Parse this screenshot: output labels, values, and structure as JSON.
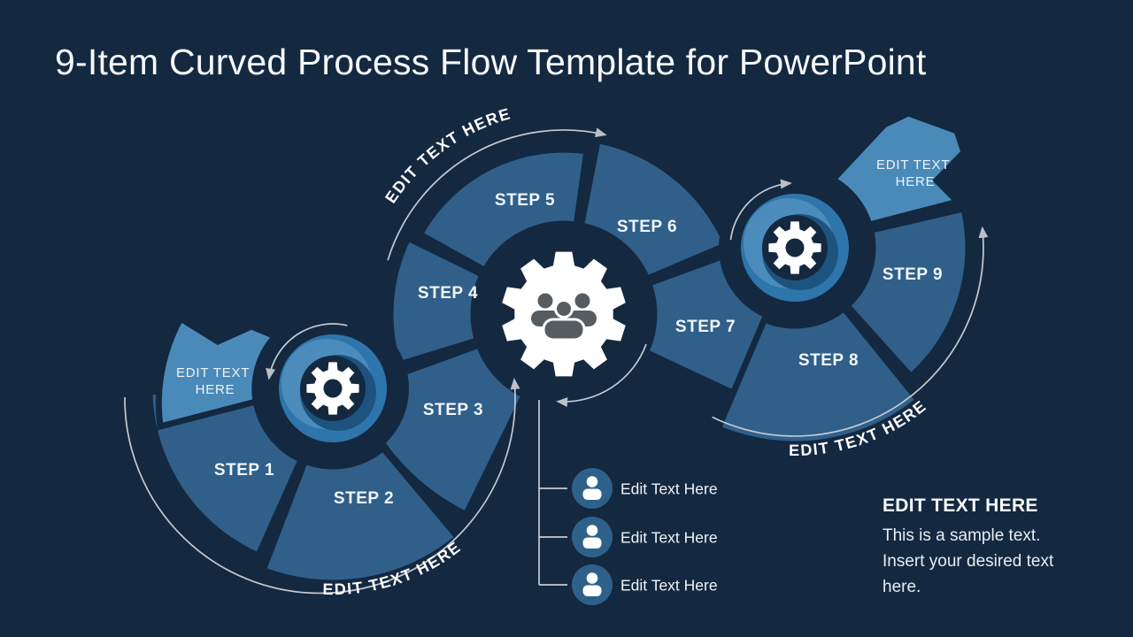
{
  "title": "9-Item Curved Process Flow Template for PowerPoint",
  "steps": [
    "STEP 1",
    "STEP 2",
    "STEP 3",
    "STEP 4",
    "STEP 5",
    "STEP 6",
    "STEP 7",
    "STEP 8",
    "STEP 9"
  ],
  "wedges": {
    "left": {
      "lines": [
        "EDIT TEXT",
        "HERE"
      ]
    },
    "right": {
      "lines": [
        "EDIT TEXT",
        "HERE"
      ]
    }
  },
  "curved_labels": {
    "top": "EDIT TEXT HERE",
    "bottom_left": "EDIT TEXT HERE",
    "bottom_right": "EDIT TEXT HERE"
  },
  "legend": {
    "items": [
      {
        "icon": "person-icon",
        "label": "Edit Text Here"
      },
      {
        "icon": "person-icon",
        "label": "Edit Text Here"
      },
      {
        "icon": "person-icon",
        "label": "Edit Text Here"
      }
    ]
  },
  "description": {
    "heading": "EDIT TEXT HERE",
    "body_lines": [
      "This is a sample text.",
      "Insert your desired text",
      "here."
    ]
  },
  "icons": {
    "hub_left": "gear-icon",
    "hub_right": "gear-icon",
    "center": "team-gear-icon"
  },
  "colors": {
    "background": "#142840",
    "segment": "#305f8a",
    "highlight": "#4a8ab9",
    "hub_base": "#2e75ab",
    "hub_light": "#4b8cbc",
    "hub_dark": "#1d537f",
    "arc": "#c5cad1",
    "arrow": "#b9c0c8",
    "people": "#575c61",
    "legend_circle": "#2e6189",
    "white": "#ffffff"
  }
}
